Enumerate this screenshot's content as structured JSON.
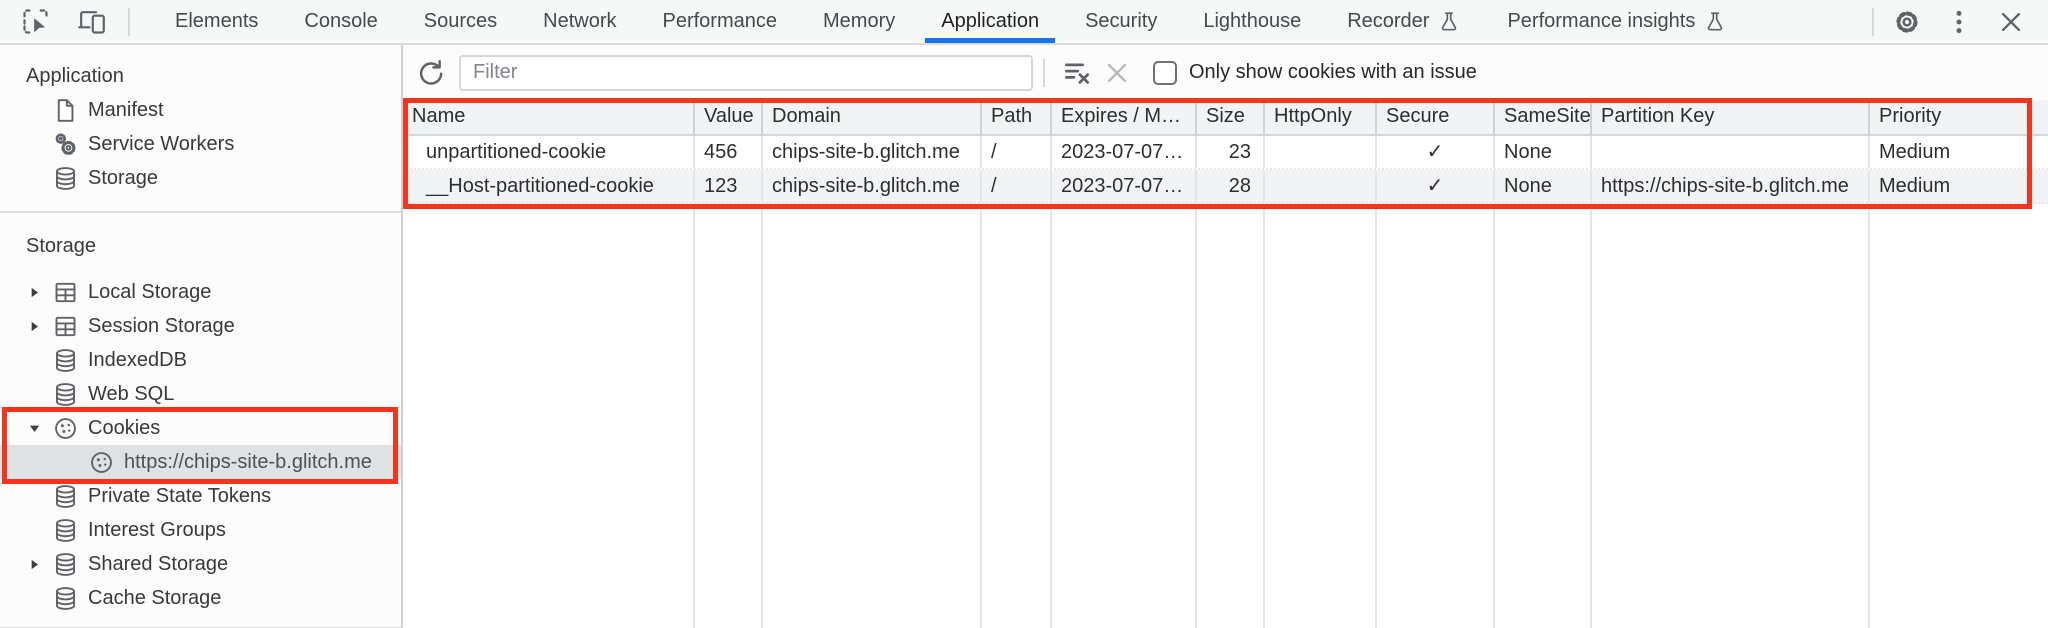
{
  "tabbar": {
    "active_tab": "Application",
    "tabs": [
      {
        "label": "Elements"
      },
      {
        "label": "Console"
      },
      {
        "label": "Sources"
      },
      {
        "label": "Network"
      },
      {
        "label": "Performance"
      },
      {
        "label": "Memory"
      },
      {
        "label": "Application"
      },
      {
        "label": "Security"
      },
      {
        "label": "Lighthouse"
      },
      {
        "label": "Recorder",
        "flask": true
      },
      {
        "label": "Performance insights",
        "flask": true
      }
    ]
  },
  "sidebar": {
    "sections": [
      {
        "title": "Application",
        "items": [
          {
            "label": "Manifest",
            "icon": "document-icon"
          },
          {
            "label": "Service Workers",
            "icon": "service-workers-icon"
          },
          {
            "label": "Storage",
            "icon": "database-icon"
          }
        ]
      },
      {
        "title": "Storage",
        "items": [
          {
            "label": "Local Storage",
            "icon": "table-icon",
            "arrow": "collapsed"
          },
          {
            "label": "Session Storage",
            "icon": "table-icon",
            "arrow": "collapsed"
          },
          {
            "label": "IndexedDB",
            "icon": "database-icon"
          },
          {
            "label": "Web SQL",
            "icon": "database-icon"
          },
          {
            "label": "Cookies",
            "icon": "cookie-icon",
            "arrow": "expanded",
            "highlighted": true
          },
          {
            "label": "https://chips-site-b.glitch.me",
            "icon": "cookie-icon",
            "selected": true,
            "child": true
          },
          {
            "label": "Private State Tokens",
            "icon": "database-icon"
          },
          {
            "label": "Interest Groups",
            "icon": "database-icon"
          },
          {
            "label": "Shared Storage",
            "icon": "database-icon",
            "arrow": "collapsed"
          },
          {
            "label": "Cache Storage",
            "icon": "database-icon"
          }
        ]
      }
    ]
  },
  "toolbar": {
    "filter_placeholder": "Filter",
    "filter_value": "",
    "only_issue_label": "Only show cookies with an issue",
    "only_issue_checked": false
  },
  "cookie_table": {
    "columns": [
      "Name",
      "Value",
      "Domain",
      "Path",
      "Expires / M…",
      "Size",
      "HttpOnly",
      "Secure",
      "SameSite",
      "Partition Key",
      "Priority"
    ],
    "rows": [
      {
        "name": "unpartitioned-cookie",
        "value": "456",
        "domain": "chips-site-b.glitch.me",
        "path": "/",
        "expires": "2023-07-07…",
        "size": "23",
        "http_only": "",
        "secure": "✓",
        "same_site": "None",
        "partition_key": "",
        "priority": "Medium"
      },
      {
        "name": "__Host-partitioned-cookie",
        "value": "123",
        "domain": "chips-site-b.glitch.me",
        "path": "/",
        "expires": "2023-07-07…",
        "size": "28",
        "http_only": "",
        "secure": "✓",
        "same_site": "None",
        "partition_key": "https://chips-site-b.glitch.me",
        "priority": "Medium"
      }
    ]
  },
  "colors": {
    "accent_blue": "#1a73e8",
    "highlight_red": "#f4351d",
    "selected_item_bg": "#dfe1e2",
    "header_bg": "#f1f3f4",
    "alt_row_bg": "#f2f3f4",
    "icon_gray": "#5f6368"
  },
  "icons": {
    "inspect-icon": "cursor-in-dashed-box",
    "device-toolbar-icon": "phone-and-laptop",
    "settings-gear-icon": "⚙",
    "more-menu-icon": "⋮",
    "close-icon": "✕",
    "flask-icon": "⚗",
    "refresh-icon": "⟳",
    "clear-filter-icon": "≡✕",
    "clear-icon": "✕",
    "checkmark": "✓",
    "document-icon": "▯",
    "service-workers-icon": "⚙⚙",
    "database-icon": "⛁",
    "table-icon": "▦",
    "cookie-icon": "🍪",
    "chevron-right-icon": "▶",
    "chevron-down-icon": "▼"
  }
}
